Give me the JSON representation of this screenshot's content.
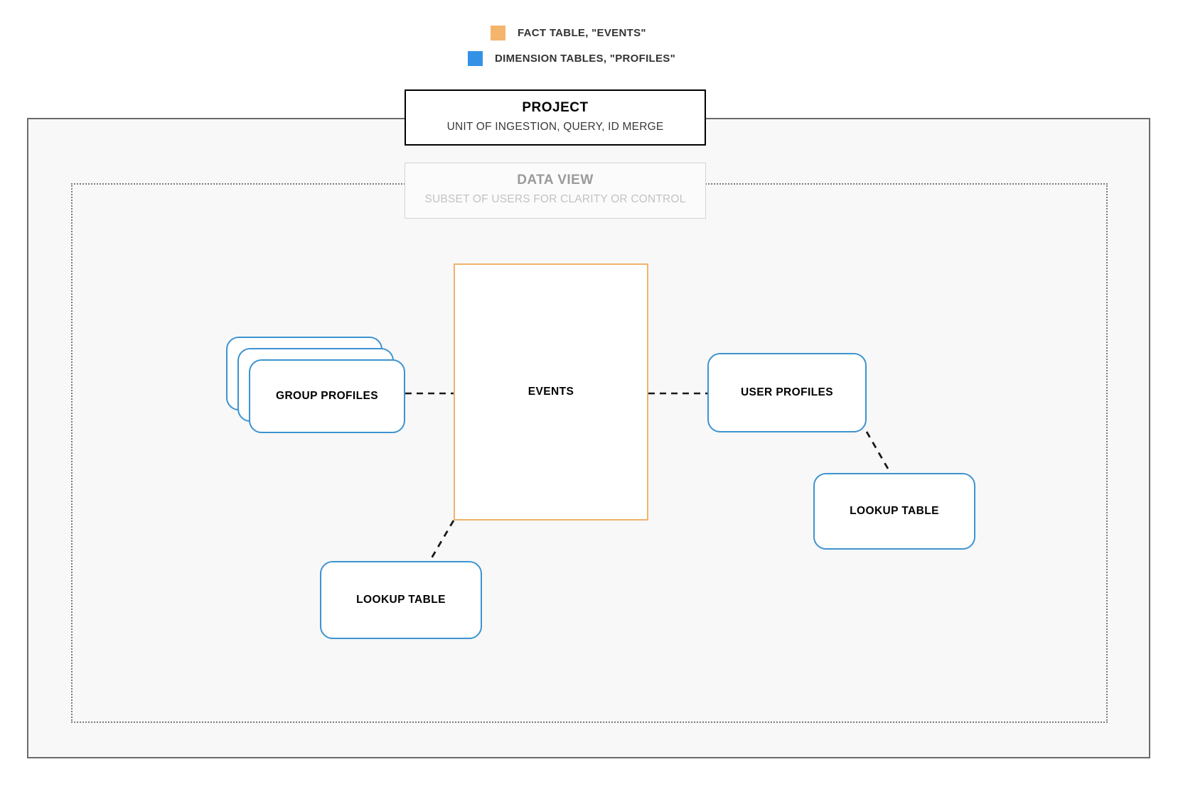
{
  "legend": {
    "items": [
      {
        "id": "fact",
        "label": "FACT TABLE, \"EVENTS\"",
        "color": "#f5b46b",
        "icon": "square-swatch-icon"
      },
      {
        "id": "dimension",
        "label": "DIMENSION TABLES, \"PROFILES\"",
        "color": "#3492e6",
        "icon": "square-swatch-icon"
      }
    ]
  },
  "frames": {
    "project": {
      "title": "PROJECT",
      "subtitle": "UNIT OF INGESTION, QUERY, ID MERGE",
      "border_color": "#000000",
      "fill_color": "#f8f8f8"
    },
    "data_view": {
      "title": "DATA VIEW",
      "subtitle": "SUBSET OF USERS FOR CLARITY OR CONTROL",
      "border_color": "#d4d4d4",
      "text_color": "#a8a8a8"
    }
  },
  "nodes": {
    "events": {
      "label": "EVENTS",
      "kind": "fact",
      "color": "#f0b36a"
    },
    "group_profiles": {
      "label": "GROUP PROFILES",
      "kind": "dimension",
      "color": "#3d93d0",
      "stacked": "3"
    },
    "user_profiles": {
      "label": "USER PROFILES",
      "kind": "dimension",
      "color": "#3d93d0"
    },
    "lookup_left": {
      "label": "LOOKUP TABLE",
      "kind": "dimension",
      "color": "#3d93d0"
    },
    "lookup_right": {
      "label": "LOOKUP TABLE",
      "kind": "dimension",
      "color": "#3d93d0"
    }
  },
  "connectors": {
    "style": "dashed",
    "color": "#1a1a1a",
    "links": [
      {
        "from": "group_profiles",
        "to": "events"
      },
      {
        "from": "events",
        "to": "user_profiles"
      },
      {
        "from": "events",
        "to": "lookup_left"
      },
      {
        "from": "user_profiles",
        "to": "lookup_right"
      }
    ]
  }
}
